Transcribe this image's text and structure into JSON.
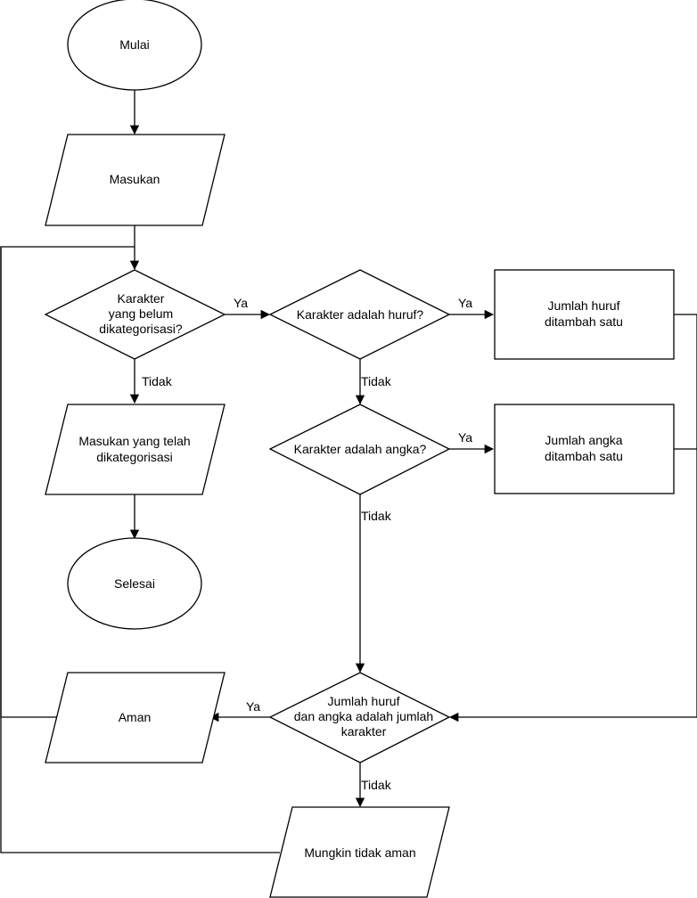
{
  "nodes": {
    "start": {
      "label": [
        "Mulai"
      ]
    },
    "input": {
      "label": [
        "Masukan"
      ]
    },
    "d_uncategorized": {
      "label": [
        "Karakter",
        "yang belum",
        "dikategorisasi?"
      ]
    },
    "output_categorized": {
      "label": [
        "Masukan yang telah",
        "dikategorisasi"
      ]
    },
    "end": {
      "label": [
        "Selesai"
      ]
    },
    "d_letter": {
      "label": [
        "Karakter adalah huruf?"
      ]
    },
    "p_letter_inc": {
      "label": [
        "Jumlah huruf",
        "ditambah satu"
      ]
    },
    "d_digit": {
      "label": [
        "Karakter adalah angka?"
      ]
    },
    "p_digit_inc": {
      "label": [
        "Jumlah angka",
        "ditambah satu"
      ]
    },
    "d_sum": {
      "label": [
        "Jumlah huruf",
        "dan angka adalah jumlah",
        "karakter"
      ]
    },
    "out_safe": {
      "label": [
        "Aman"
      ]
    },
    "out_maybe_unsafe": {
      "label": [
        "Mungkin tidak aman"
      ]
    }
  },
  "edges": {
    "uncat_yes": "Ya",
    "uncat_no": "Tidak",
    "letter_yes": "Ya",
    "letter_no": "Tidak",
    "digit_yes": "Ya",
    "digit_no": "Tidak",
    "sum_yes": "Ya",
    "sum_no": "Tidak"
  }
}
